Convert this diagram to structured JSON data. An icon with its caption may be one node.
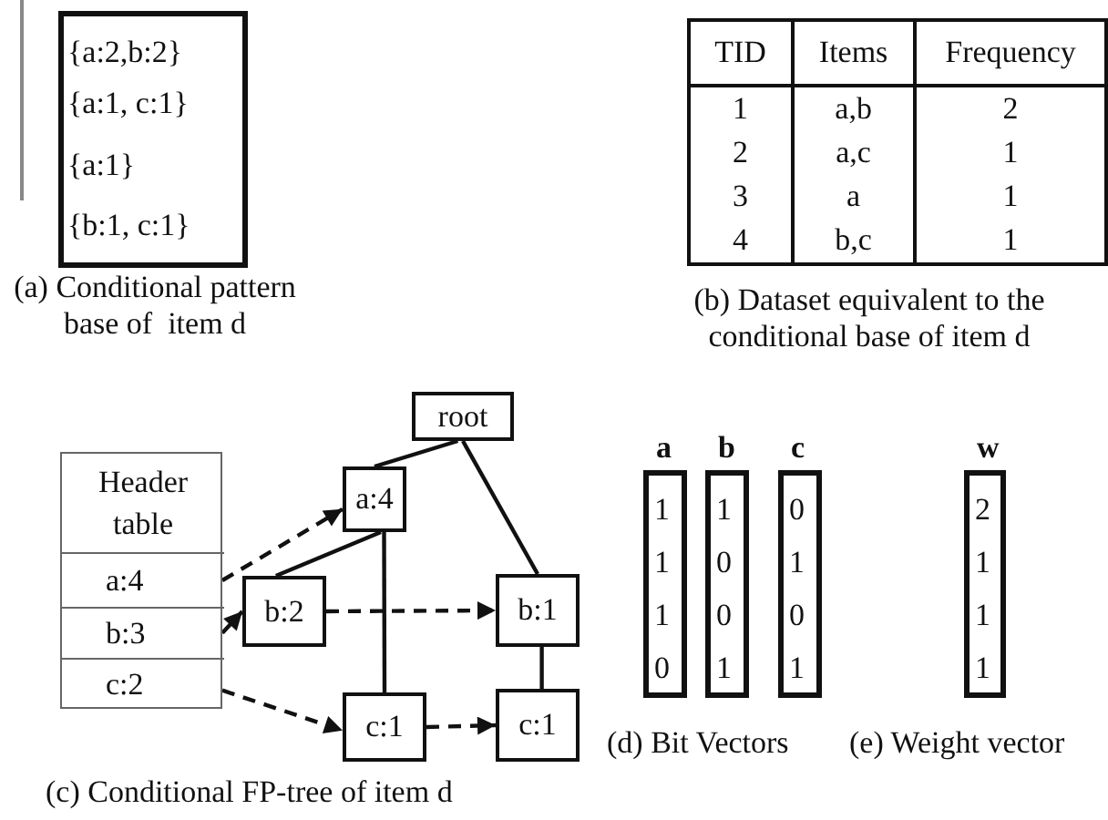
{
  "diagram": {
    "nodes": [
      {
        "text": [
          "{a:2,b:2}",
          "{a:1, c:1}",
          "{a:1}",
          "{b:1, c:1}"
        ]
      },
      {
        "text": [
          "Header table"
        ]
      },
      {
        "text": [
          "a:4"
        ],
        "in": 1
      },
      {
        "text": [
          "b:3"
        ],
        "in": 1
      },
      {
        "text": [
          "c:2"
        ],
        "in": 1
      },
      {
        "text": [
          "root"
        ]
      },
      {
        "text": [
          "a:4"
        ]
      },
      {
        "text": [
          "b:2"
        ]
      },
      {
        "text": [
          "b:1"
        ]
      },
      {
        "text": [
          "c:1"
        ]
      },
      {
        "text": [
          "c:1"
        ]
      },
      {
        "text": [
          "a",
          "1 1 1 0"
        ]
      },
      {
        "text": [
          "b",
          "1 0 0 1"
        ]
      },
      {
        "text": [
          "c",
          "0 1 0 1"
        ]
      },
      {
        "text": [
          "w",
          "2 1 1 1"
        ]
      }
    ],
    "edges": [
      {
        "from": 5,
        "to": 6,
        "arrow": "none"
      },
      {
        "from": 5,
        "to": 8,
        "arrow": "none"
      },
      {
        "from": 6,
        "to": 7,
        "arrow": "none"
      },
      {
        "from": 6,
        "to": 9,
        "arrow": "none"
      },
      {
        "from": 8,
        "to": 10,
        "arrow": "none"
      },
      {
        "from": 2,
        "to": 6,
        "arrow": "to",
        "style": "dashed"
      },
      {
        "from": 3,
        "to": 7,
        "arrow": "to",
        "style": "dashed"
      },
      {
        "from": 4,
        "to": 9,
        "arrow": "to",
        "style": "dashed"
      },
      {
        "from": 7,
        "to": 8,
        "arrow": "to",
        "style": "dashed"
      },
      {
        "from": 9,
        "to": 10,
        "arrow": "to",
        "style": "dashed"
      }
    ],
    "labels": [
      "TID",
      "Items",
      "Frequency",
      "1",
      "a,b",
      "2",
      "2",
      "a,c",
      "1",
      "3",
      "a",
      "1",
      "4",
      "b,c",
      "1",
      "(a) Conditional pattern base of  item d",
      "(b) Dataset equivalent to the conditional base of item d",
      "(c) Conditional FP-tree of item d",
      "(d) Bit Vectors",
      "(e) Weight vector"
    ]
  }
}
